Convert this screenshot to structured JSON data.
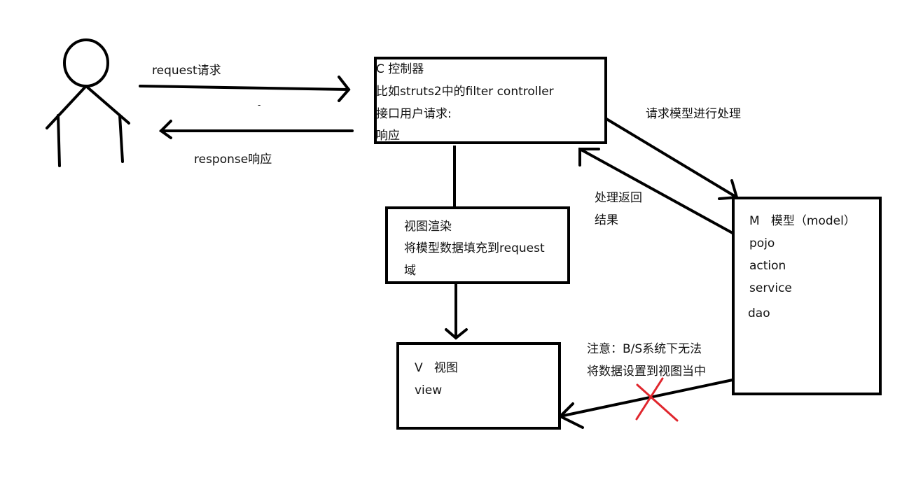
{
  "actor": {
    "icon": "stick-figure-user-icon"
  },
  "edges": {
    "request": "request请求",
    "response": "response响应",
    "to_model": "请求模型进行处理",
    "from_model": [
      "处理返回",
      "结果"
    ],
    "note": [
      "注意：B/S系统下无法",
      "将数据设置到视图当中"
    ],
    "dash": "-"
  },
  "controller": {
    "lines": [
      "C 控制器",
      "比如struts2中的filter controller",
      "接口用户请求:",
      "响应"
    ]
  },
  "render": {
    "lines": [
      "视图渲染",
      "将模型数据填充到request",
      "域"
    ]
  },
  "view": {
    "lines": [
      "V   视图",
      "view"
    ]
  },
  "model": {
    "lines": [
      "M   模型（model）",
      "pojo",
      "action",
      "service",
      "dao"
    ]
  },
  "colors": {
    "stroke": "#000000",
    "cross": "#e0262d"
  }
}
